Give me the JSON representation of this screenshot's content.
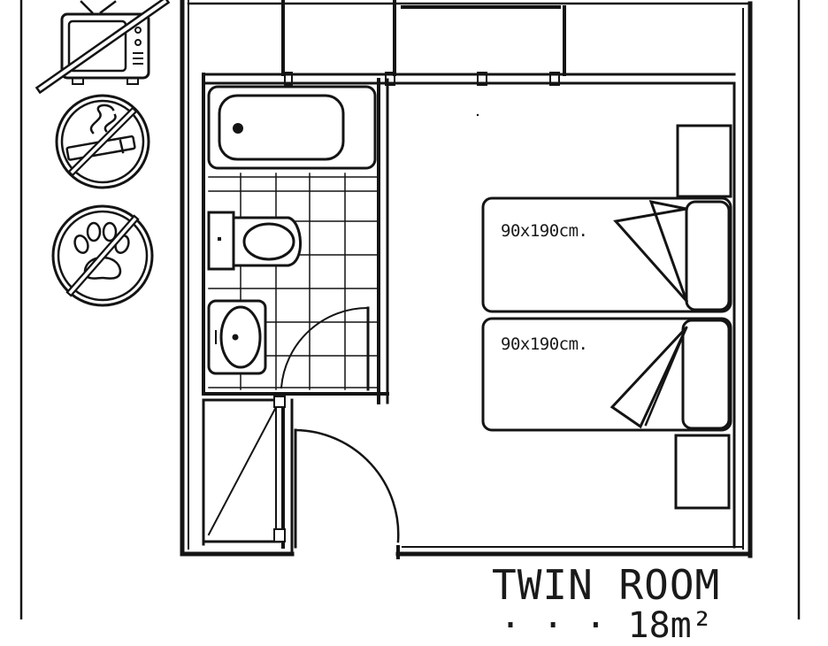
{
  "floor_plan": {
    "room_title": "TWIN ROOM",
    "area_text": "  ·  ·  ·  18m²",
    "beds": [
      {
        "size_label": "90x190cm."
      },
      {
        "size_label": "90x190cm."
      }
    ],
    "restriction_icons": [
      "no-tv-icon",
      "no-smoking-icon",
      "no-pets-icon"
    ]
  }
}
